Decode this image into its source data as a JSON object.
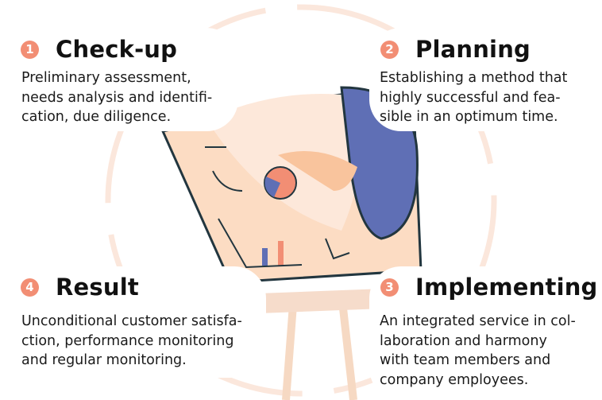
{
  "steps": [
    {
      "number": "1",
      "title": "Check-up",
      "text": "Preliminary assessment,\nneeds analysis and identifi-\ncation, due diligence."
    },
    {
      "number": "2",
      "title": "Planning",
      "text": "Establishing a method that\nhighly successful and fea-\nsible in an optimum time."
    },
    {
      "number": "3",
      "title": "Implementing",
      "text": "An integrated service in col-\nlaboration and harmony\nwith team members and\ncompany employees."
    },
    {
      "number": "4",
      "title": "Result",
      "text": "Unconditional customer satisfa-\nction, performance monitoring\nand regular monitoring."
    }
  ],
  "colors": {
    "accent": "#f28e74",
    "blue": "#5f6fb5",
    "board": "#fcdcc3",
    "ring": "#fbe7dc"
  }
}
